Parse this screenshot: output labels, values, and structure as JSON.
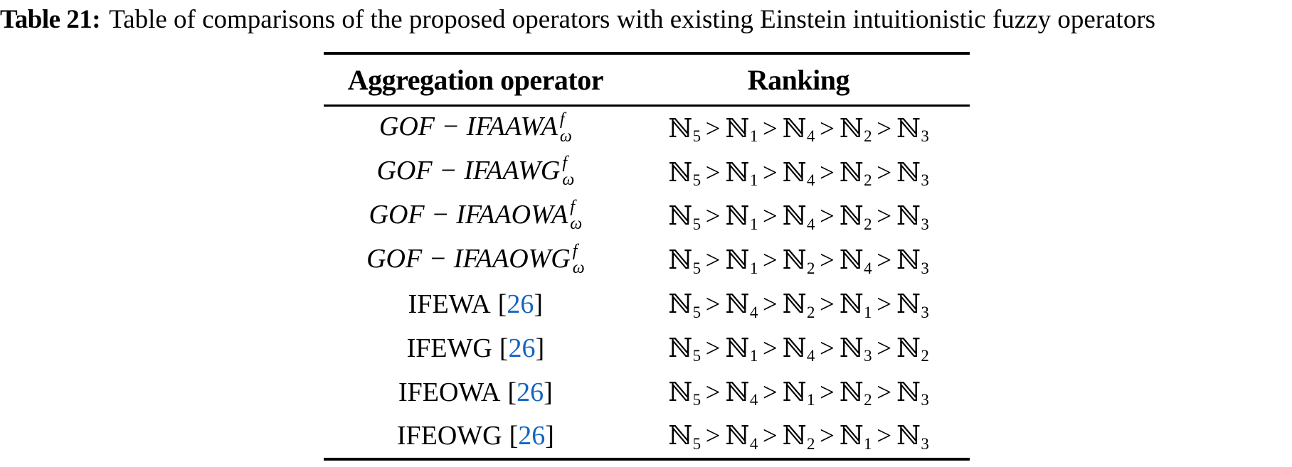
{
  "caption": {
    "label": "Table 21:",
    "text": "Table of comparisons of the proposed operators with existing Einstein intuitionistic fuzzy operators"
  },
  "colors": {
    "citation_blue": "#1565c0",
    "text": "#000000"
  },
  "table": {
    "headers": [
      "Aggregation operator",
      "Ranking"
    ],
    "ranking_symbol": "ℕ",
    "ranking_separator": ">",
    "rows": [
      {
        "operator": "GOF − IFAAWA",
        "sup": "f",
        "sub": "ω",
        "style": "math-italic",
        "citation": "",
        "ranking": [
          5,
          1,
          4,
          2,
          3
        ]
      },
      {
        "operator": "GOF − IFAAWG",
        "sup": "f",
        "sub": "ω",
        "style": "math-italic",
        "citation": "",
        "ranking": [
          5,
          1,
          4,
          2,
          3
        ]
      },
      {
        "operator": "GOF − IFAAOWA",
        "sup": "f",
        "sub": "ω",
        "style": "math-italic",
        "citation": "",
        "ranking": [
          5,
          1,
          4,
          2,
          3
        ]
      },
      {
        "operator": "GOF − IFAAOWG",
        "sup": "f",
        "sub": "ω",
        "style": "math-italic",
        "citation": "",
        "ranking": [
          5,
          1,
          2,
          4,
          3
        ]
      },
      {
        "operator": "IFEWA",
        "sup": "",
        "sub": "",
        "style": "upright",
        "citation": "26",
        "ranking": [
          5,
          4,
          2,
          1,
          3
        ]
      },
      {
        "operator": "IFEWG",
        "sup": "",
        "sub": "",
        "style": "upright",
        "citation": "26",
        "ranking": [
          5,
          1,
          4,
          3,
          2
        ]
      },
      {
        "operator": "IFEOWA",
        "sup": "",
        "sub": "",
        "style": "upright",
        "citation": "26",
        "ranking": [
          5,
          4,
          1,
          2,
          3
        ]
      },
      {
        "operator": "IFEOWG",
        "sup": "",
        "sub": "",
        "style": "upright",
        "citation": "26",
        "ranking": [
          5,
          4,
          2,
          1,
          3
        ]
      }
    ]
  }
}
